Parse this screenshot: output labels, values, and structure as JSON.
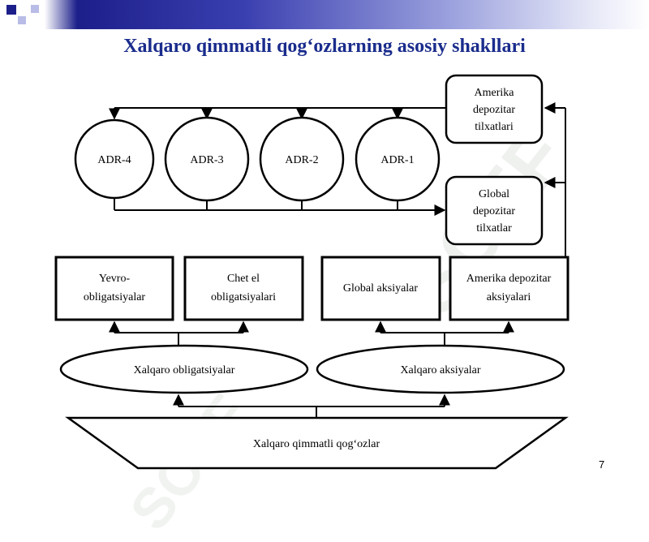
{
  "title": "Xalqaro qimmatli qog‘ozlarning asosiy shakllari",
  "adr_circles": [
    "ADR-4",
    "ADR-3",
    "ADR-2",
    "ADR-1"
  ],
  "receipt_boxes": {
    "american": [
      "Amerika",
      "depozitar",
      "tilxatlari"
    ],
    "global": [
      "Global",
      "depozitar",
      "tilxatlar"
    ]
  },
  "instrument_boxes": {
    "eurobonds": [
      "Yevro-",
      "obligatsiyalar"
    ],
    "foreign_bonds": [
      "Chet el",
      "obligatsiyalari"
    ],
    "global_shares": [
      "Global aksiyalar"
    ],
    "american_depositary_shares": [
      "Amerika depozitar",
      "aksiyalari"
    ]
  },
  "ellipses": {
    "bonds": "Xalqaro obligatsiyalar",
    "shares": "Xalqaro aksiyalar"
  },
  "base": "Xalqaro qimmatli qog‘ozlar",
  "watermark": "SOFF",
  "page_number": "7",
  "colors": {
    "title": "#1a2c8c",
    "header_dark": "#1c1f8a",
    "line": "#000000"
  }
}
